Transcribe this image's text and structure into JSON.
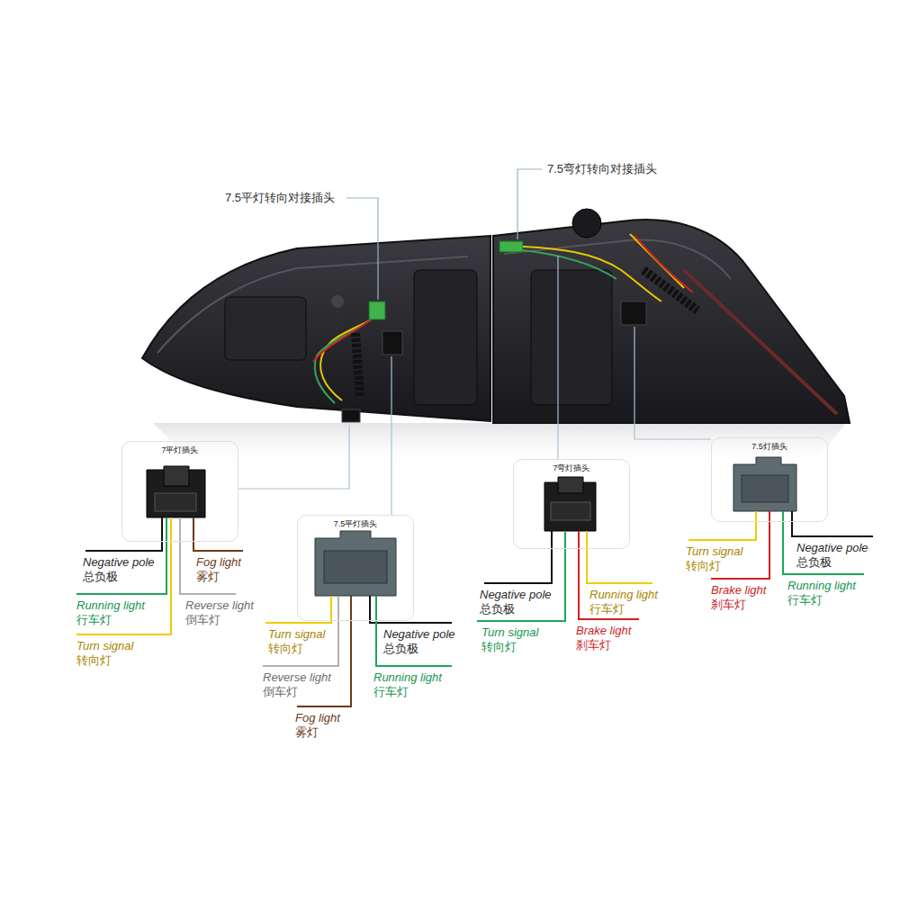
{
  "diagram": {
    "nodes": [
      {
        "text": [
          "7平灯插头"
        ]
      },
      {
        "text": [
          "7.5平灯插头"
        ]
      },
      {
        "text": [
          "7弯灯插头"
        ]
      },
      {
        "text": [
          "7.5灯插头"
        ]
      }
    ],
    "labels": [
      "7.5平灯转向对接插头",
      "7.5弯灯转向对接插头",
      "Negative pole",
      "总负极",
      "Fog light",
      "雾灯",
      "Running light",
      "行车灯",
      "Reverse light",
      "倒车灯",
      "Turn signal",
      "转向灯",
      "Turn signal",
      "转向灯",
      "Reverse light",
      "倒车灯",
      "Fog light",
      "雾灯",
      "Negative pole",
      "总负极",
      "Running light",
      "行车灯",
      "Negative pole",
      "总负极",
      "Turn signal",
      "转向灯",
      "Running light",
      "行车灯",
      "Brake light",
      "刹车灯",
      "Turn signal",
      "转向灯",
      "Negative pole",
      "总负极",
      "Brake light",
      "刹车灯",
      "Running light",
      "行车灯"
    ]
  }
}
